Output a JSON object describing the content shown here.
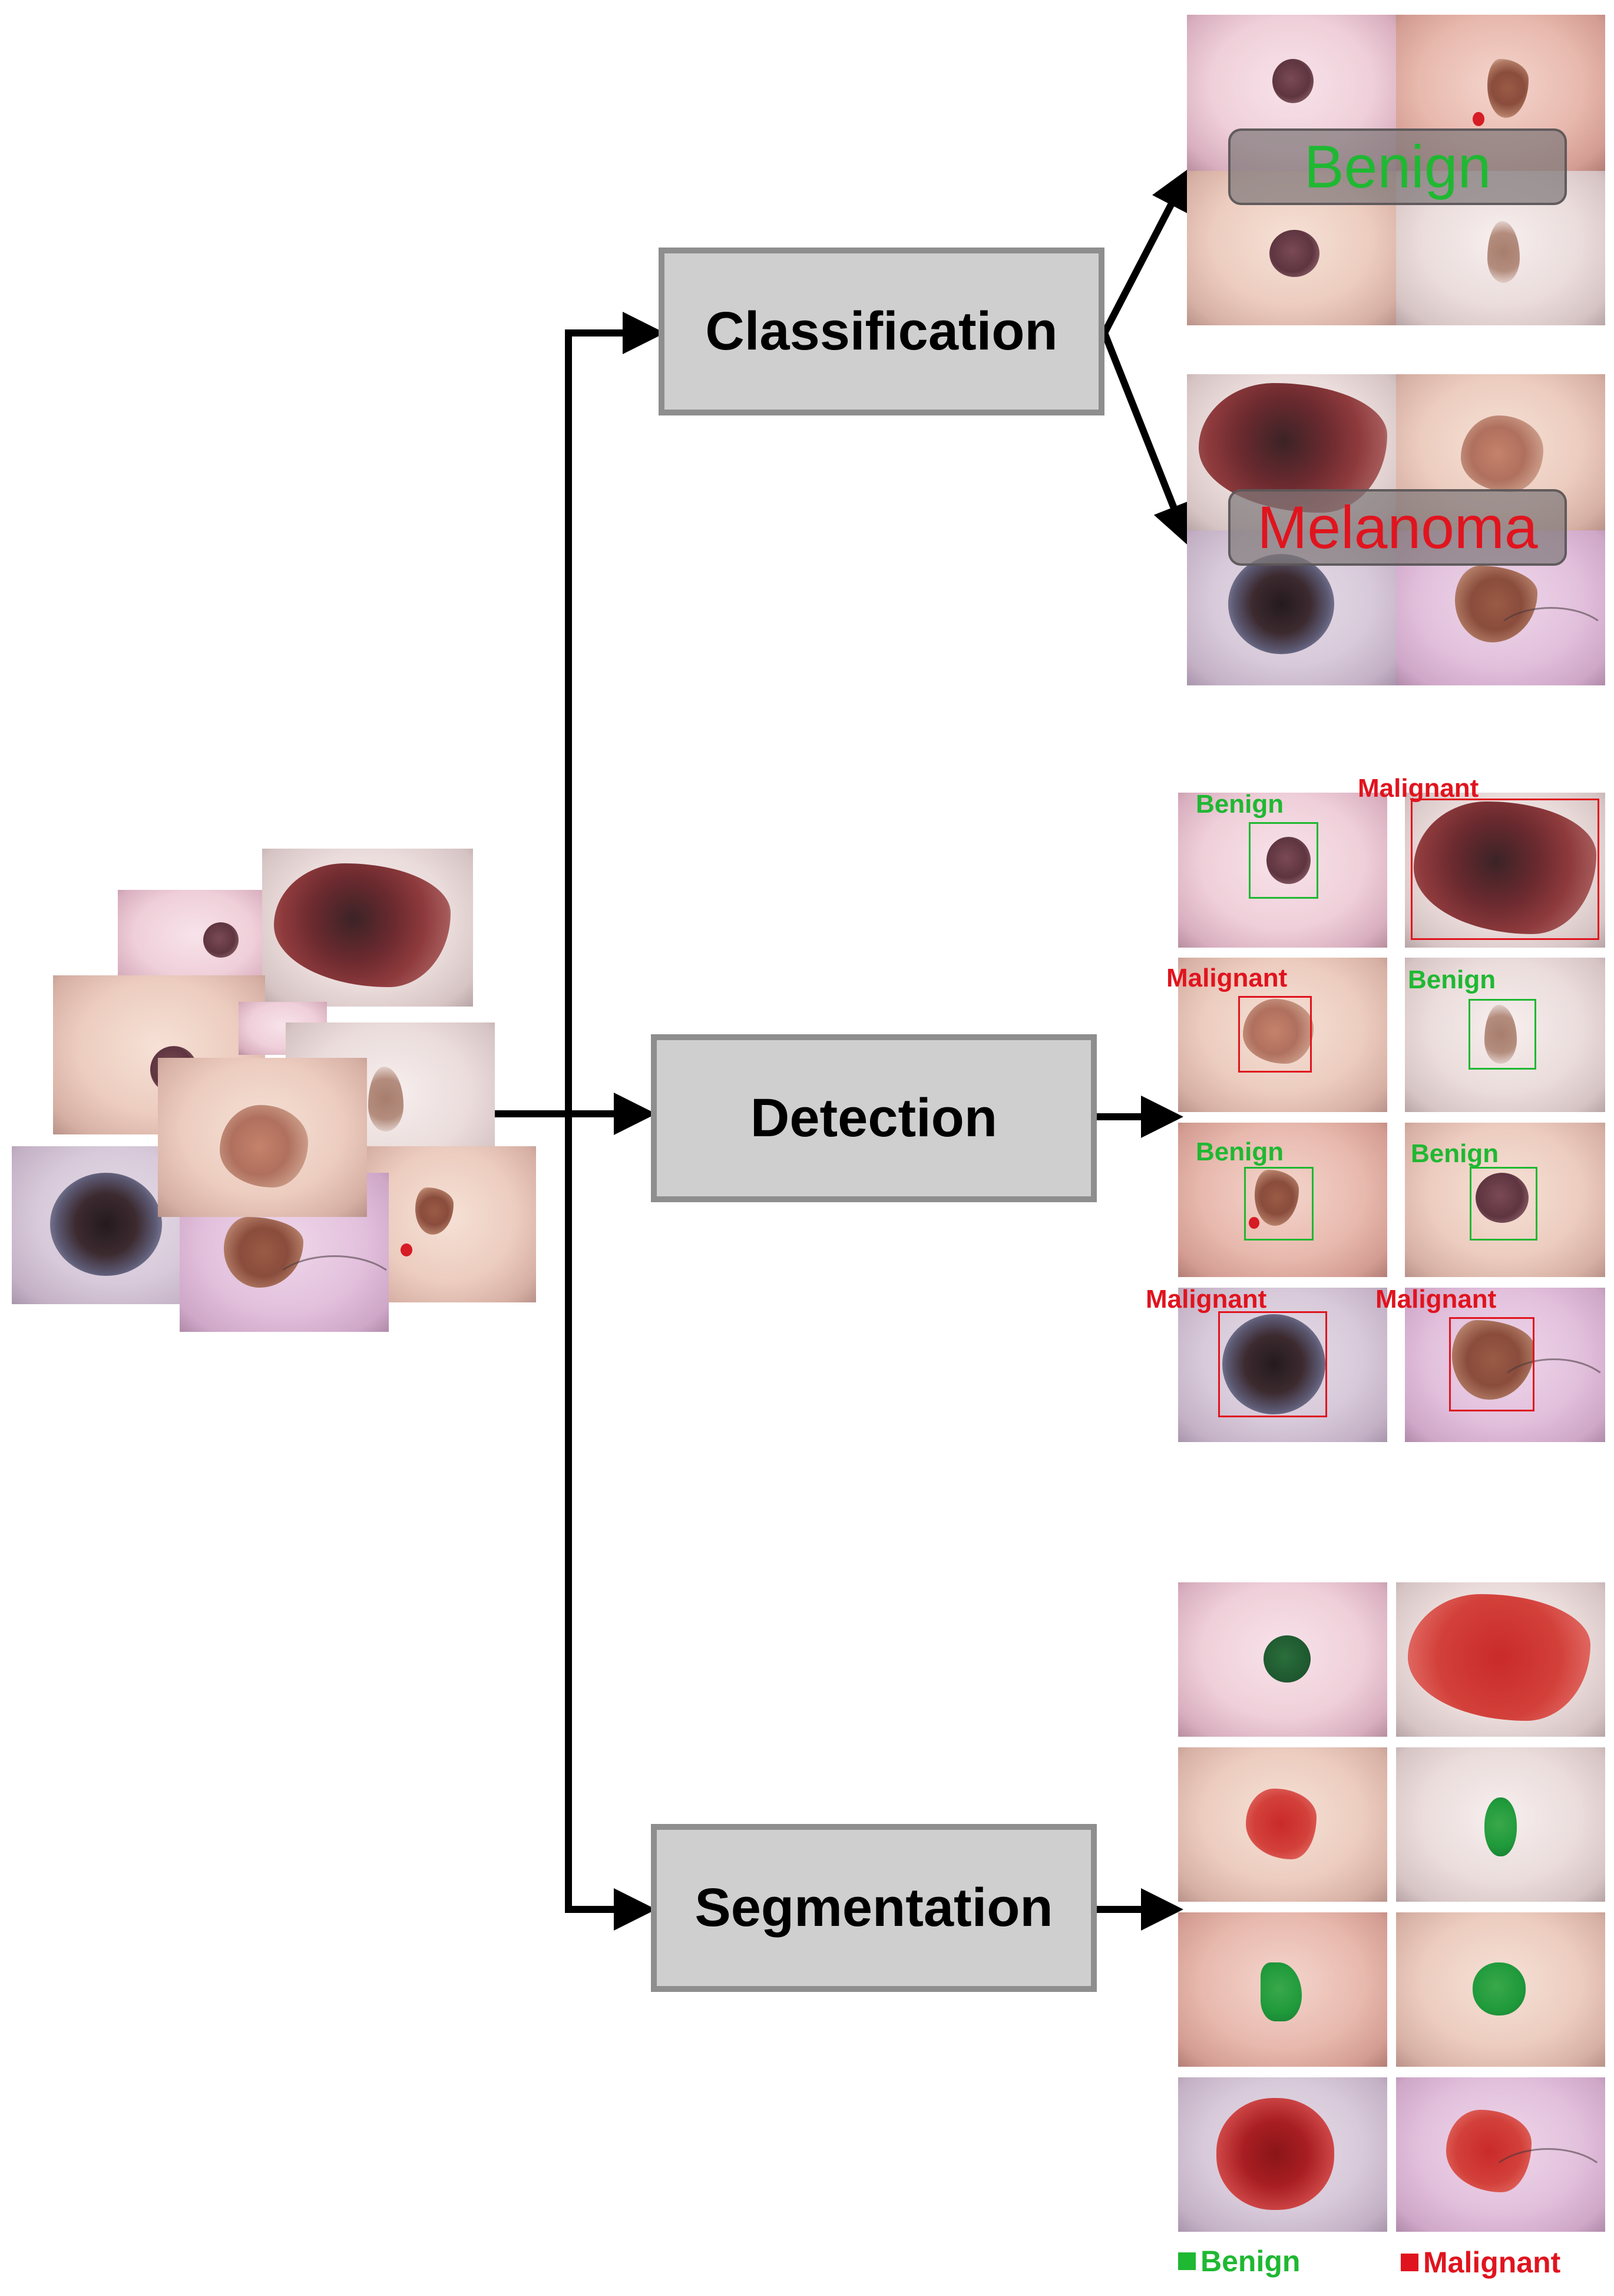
{
  "tasks": {
    "classification": "Classification",
    "detection": "Detection",
    "segmentation": "Segmentation"
  },
  "classification_results": {
    "benign": "Benign",
    "melanoma": "Melanoma"
  },
  "detection_labels": [
    "Benign",
    "Malignant",
    "Malignant",
    "Benign",
    "Benign",
    "Benign",
    "Malignant",
    "Malignant"
  ],
  "legend": {
    "benign": "Benign",
    "malignant": "Malignant"
  },
  "colors": {
    "benign": "#1fb832",
    "malignant": "#e0141e",
    "box_fill": "#cfcfcf",
    "box_border": "#8e8e8e",
    "arrow": "#000000"
  }
}
